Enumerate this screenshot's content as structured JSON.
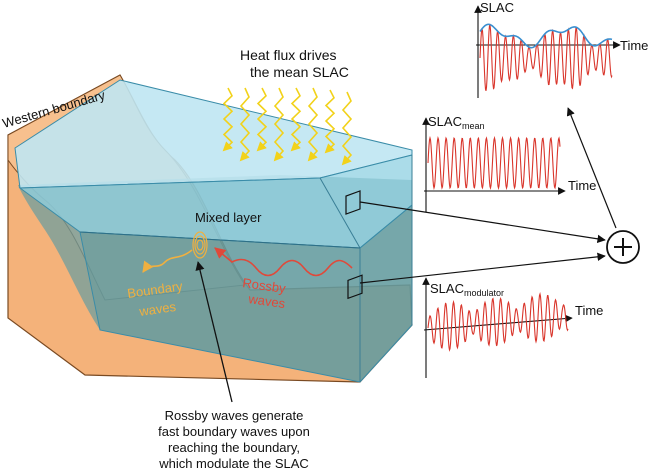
{
  "labels": {
    "western_boundary": "Western boundary",
    "heat_flux_line1": "Heat flux drives",
    "heat_flux_line2": "the mean SLAC",
    "mixed_layer": "Mixed layer",
    "boundary_waves_line1": "Boundary",
    "boundary_waves_line2": "waves",
    "rossby_waves_line1": "Rossby",
    "rossby_waves_line2": "waves",
    "caption_line1": "Rossby waves generate",
    "caption_line2": "fast boundary waves upon",
    "caption_line3": "reaching the boundary,",
    "caption_line4": "which modulate the SLAC",
    "plus_symbol": "+"
  },
  "plots": {
    "total": {
      "y_label": "SLAC",
      "x_label": "Time"
    },
    "mean": {
      "y_label_base": "SLAC",
      "y_label_sub": "mean",
      "x_label": "Time"
    },
    "modulator": {
      "y_label_base": "SLAC",
      "y_label_sub": "modulator",
      "x_label": "Time"
    }
  },
  "colors": {
    "ocean_top": "#bfe6f2",
    "ocean_front": "#8fd0e2",
    "mixed_layer_line": "#3a8ca8",
    "land": "#f4b27a",
    "land_edge": "#7a4a22",
    "deep_water": "#5a8a8a",
    "heat_arrows": "#f2d21a",
    "rossby": "#e0493a",
    "boundary_wave": "#f0b040",
    "signal_red": "#d9352b",
    "envelope_blue": "#3a8fd0"
  }
}
